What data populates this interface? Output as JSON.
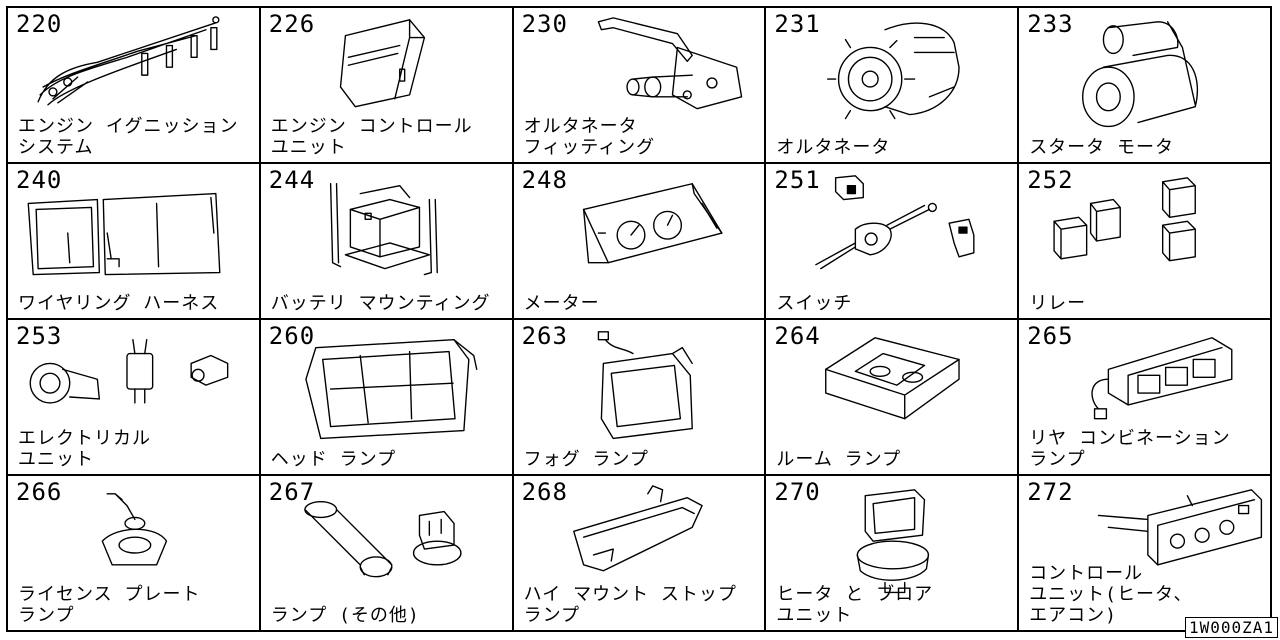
{
  "cells": [
    {
      "code": "220",
      "label": [
        "エンジン イグニッション",
        "システム"
      ]
    },
    {
      "code": "226",
      "label": [
        "エンジン コントロール",
        "ユニット"
      ]
    },
    {
      "code": "230",
      "label": [
        "オルタネータ",
        "フィッティング"
      ]
    },
    {
      "code": "231",
      "label": [
        "オルタネータ"
      ]
    },
    {
      "code": "233",
      "label": [
        "スタータ モータ"
      ]
    },
    {
      "code": "240",
      "label": [
        "ワイヤリング ハーネス"
      ]
    },
    {
      "code": "244",
      "label": [
        "バッテリ マウンティング"
      ]
    },
    {
      "code": "248",
      "label": [
        "メーター"
      ]
    },
    {
      "code": "251",
      "label": [
        "スイッチ"
      ]
    },
    {
      "code": "252",
      "label": [
        "リレー"
      ]
    },
    {
      "code": "253",
      "label": [
        "エレクトリカル",
        "ユニット"
      ]
    },
    {
      "code": "260",
      "label": [
        "ヘッド ランプ"
      ]
    },
    {
      "code": "263",
      "label": [
        "フォグ ランプ"
      ]
    },
    {
      "code": "264",
      "label": [
        "ルーム ランプ"
      ]
    },
    {
      "code": "265",
      "label": [
        "リヤ コンビネーション",
        "ランプ"
      ]
    },
    {
      "code": "266",
      "label": [
        "ライセンス プレート",
        "ランプ"
      ]
    },
    {
      "code": "267",
      "label": [
        "ランプ (その他)"
      ]
    },
    {
      "code": "268",
      "label": [
        "ハイ マウント ストップ",
        "ランプ"
      ]
    },
    {
      "code": "270",
      "label": [
        "ヒータ と ブロア",
        "ユニット"
      ]
    },
    {
      "code": "272",
      "label": [
        "コントロール",
        "ユニット(ヒータ、",
        "エアコン)"
      ]
    }
  ],
  "diagram_ref": "1W000ZA1"
}
